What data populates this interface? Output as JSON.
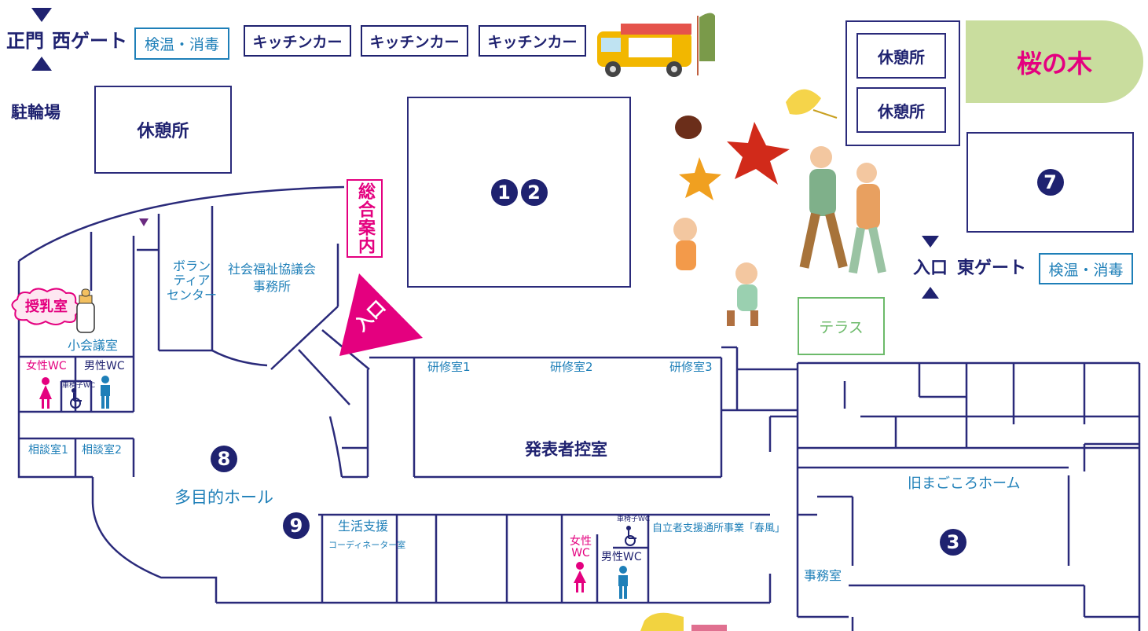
{
  "gates": {
    "main_gate": "正門",
    "west_gate": "西ゲート",
    "check_west": "検温・消毒",
    "entrance_east": "入口",
    "east_gate": "東ゲート",
    "check_east": "検温・消毒"
  },
  "kitchen_cars": [
    "キッチンカー",
    "キッチンカー",
    "キッチンカー"
  ],
  "outside": {
    "bicycle_parking": "駐輪場",
    "rest_area_1": "休憩所",
    "rest_area_2": "休憩所",
    "rest_area_3": "休憩所",
    "sakura": "桜の木",
    "terrace": "テラス",
    "info_desk": "総合案内",
    "entrance": "入口"
  },
  "markers": {
    "m1": "1",
    "m2": "2",
    "m3": "3",
    "m7": "7",
    "m8": "8",
    "m9": "9"
  },
  "rooms": {
    "nursing": "授乳室",
    "small_meeting": "小会議室",
    "women_wc": "女性WC",
    "men_wc": "男性WC",
    "wheelchair_wc": "車椅子WC",
    "consult1": "相談室1",
    "consult2": "相談室2",
    "volunteer": "ボラン\nティア\nセンター",
    "shakyo": "社会福祉協議会\n事務所",
    "kenshu1": "研修室1",
    "kenshu2": "研修室2",
    "kenshu3": "研修室3",
    "presenter": "発表者控室",
    "hall": "多目的ホール",
    "seikatsu": "生活支援",
    "coordinator": "コーディネーター室",
    "women_wc2": "女性\nWC",
    "men_wc2": "男性WC",
    "wheelchair_wc2": "車椅子WC",
    "jiritsu": "自立者支援通所事業「春風」",
    "old_home": "旧まごころホーム",
    "office": "事務室"
  },
  "colors": {
    "navy": "#1f2270",
    "blue": "#1e7fb8",
    "pink": "#e4007f",
    "sakura_green": "#c9dd9e",
    "terrace_green": "#6cba6a"
  }
}
